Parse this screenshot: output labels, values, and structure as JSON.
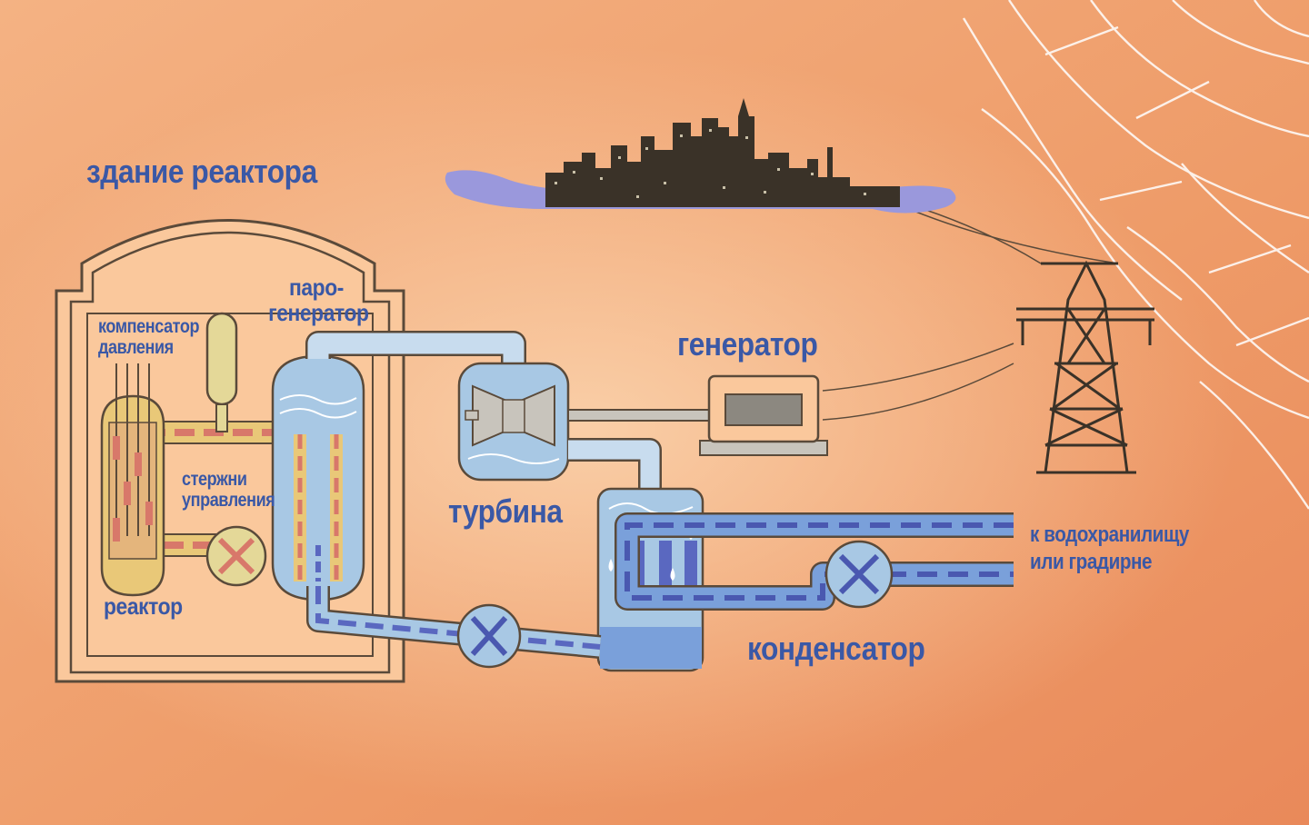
{
  "labels": {
    "reactor_building": "здание реактора",
    "pressurizer": [
      "компенсатор",
      "давления"
    ],
    "steam_generator": [
      "паро-",
      "генератор"
    ],
    "control_rods": [
      "стержни",
      "управления"
    ],
    "reactor": "реактор",
    "turbine": "турбина",
    "generator": "генератор",
    "condenser": "конденсатор",
    "reservoir": [
      "к водохранилищу",
      "или градирне"
    ]
  },
  "colors": {
    "background": "#ef9d6a",
    "label": "#3a58a6",
    "building_fill": "#fac89c",
    "building_outline": "#5a4a3a",
    "water": "#a8c8e4",
    "primary_loop_hot": "#d8786a",
    "primary_loop_fill": "#e9c878",
    "water_dash": "#5a68c0",
    "city": "#3a3228",
    "lake": "#9a98dc",
    "equipment_gray": "#c8c4bc"
  },
  "icons": [
    "transmission-tower-icon",
    "city-skyline-icon",
    "pump-icon",
    "turbine-icon",
    "generator-icon"
  ]
}
